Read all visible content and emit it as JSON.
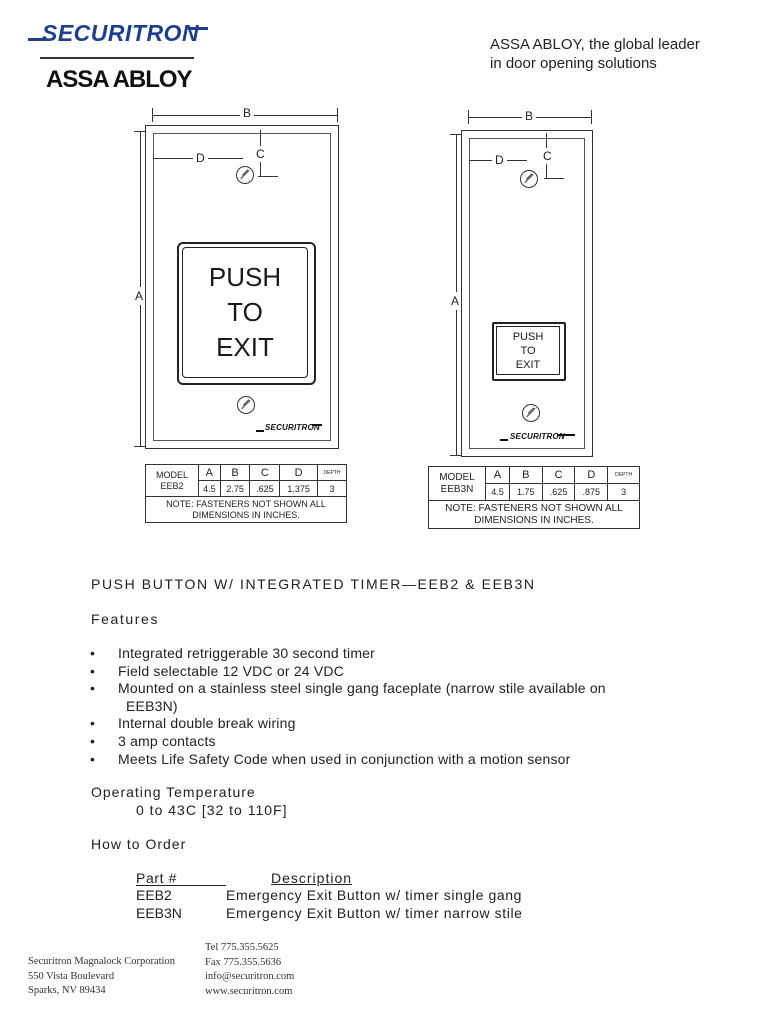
{
  "header": {
    "logo_text": "SECURITRON",
    "company": "ASSA ABLOY",
    "tagline_line1": "ASSA ABLOY, the global leader",
    "tagline_line2": "in door opening solutions"
  },
  "drawings": {
    "eeb2": {
      "dim_a": "A",
      "dim_b": "B",
      "dim_c": "C",
      "dim_d": "D",
      "button_line1": "PUSH",
      "button_line2": "TO",
      "button_line3": "EXIT",
      "plate_logo": "SECURITRON"
    },
    "eeb3n": {
      "dim_a": "A",
      "dim_b": "B",
      "dim_c": "C",
      "dim_d": "D",
      "button_line1": "PUSH",
      "button_line2": "TO",
      "button_line3": "EXIT",
      "plate_logo": "SECURITRON"
    }
  },
  "spec_tables": {
    "eeb2": {
      "model_label": "MODEL",
      "model": "EEB2",
      "headers": [
        "A",
        "B",
        "C",
        "D",
        "DEPTH"
      ],
      "values": [
        "4.5",
        "2.75",
        ".625",
        "1.375",
        "3"
      ],
      "note_line1": "NOTE: FASTENERS NOT SHOWN ALL",
      "note_line2": "DIMENSIONS IN INCHES."
    },
    "eeb3n": {
      "model_label": "MODEL",
      "model": "EEB3N",
      "headers": [
        "A",
        "B",
        "C",
        "D",
        "DEPTH"
      ],
      "values": [
        "4.5",
        "1.75",
        ".625",
        ".875",
        "3"
      ],
      "note_line1": "NOTE: FASTENERS NOT SHOWN ALL",
      "note_line2": "DIMENSIONS IN INCHES."
    }
  },
  "content": {
    "title": "PUSH BUTTON W/ INTEGRATED TIMER—EEB2 & EEB3N",
    "features_heading": "Features",
    "features": [
      "Integrated retriggerable 30 second timer",
      "Field selectable 12 VDC or 24 VDC",
      "Mounted on a stainless steel single gang faceplate (narrow stile available on",
      "EEB3N)",
      "Internal double break wiring",
      "3 amp contacts",
      "Meets Life Safety Code when used in conjunction with a motion sensor"
    ],
    "operating_heading": "Operating Temperature",
    "operating_value": "0 to 43C [32 to 110F]",
    "order_heading": "How to Order",
    "order_col_part": "Part #",
    "order_col_desc": "Description",
    "order_rows": [
      {
        "part": "EEB2",
        "desc": "Emergency Exit Button w/ timer single gang"
      },
      {
        "part": "EEB3N",
        "desc": "Emergency Exit Button w/ timer narrow stile"
      }
    ]
  },
  "footer": {
    "company": "Securitron Magnalock Corporation",
    "address1": "550 Vista Boulevard",
    "address2": "Sparks, NV 89434",
    "tel": "Tel 775.355.5625",
    "fax": "Fax 775.355.5636",
    "email": "info@securitron.com",
    "web": "www.securitron.com"
  },
  "colors": {
    "brand_blue": "#1d3f8c",
    "text": "#1a1a1a"
  }
}
